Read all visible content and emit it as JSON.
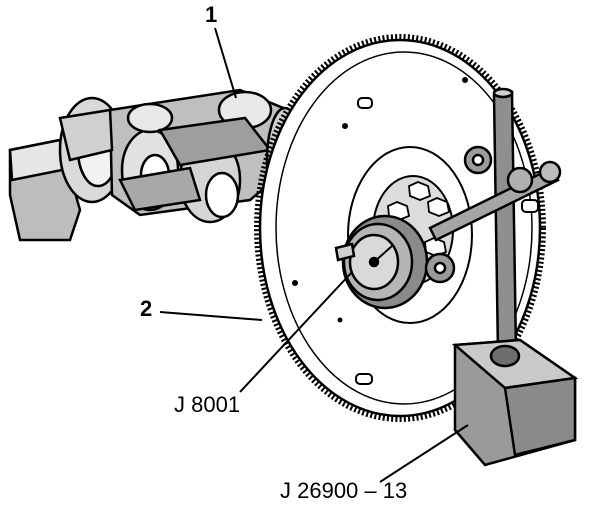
{
  "callouts": {
    "item_1": "1",
    "item_2": "2",
    "tool_dial_indicator": "J 8001",
    "tool_magnetic_base": "J 26900 – 13"
  },
  "colors": {
    "ink": "#000000",
    "shade": "#9a9a9a",
    "light_shade": "#cfcfcf",
    "paper": "#ffffff"
  }
}
